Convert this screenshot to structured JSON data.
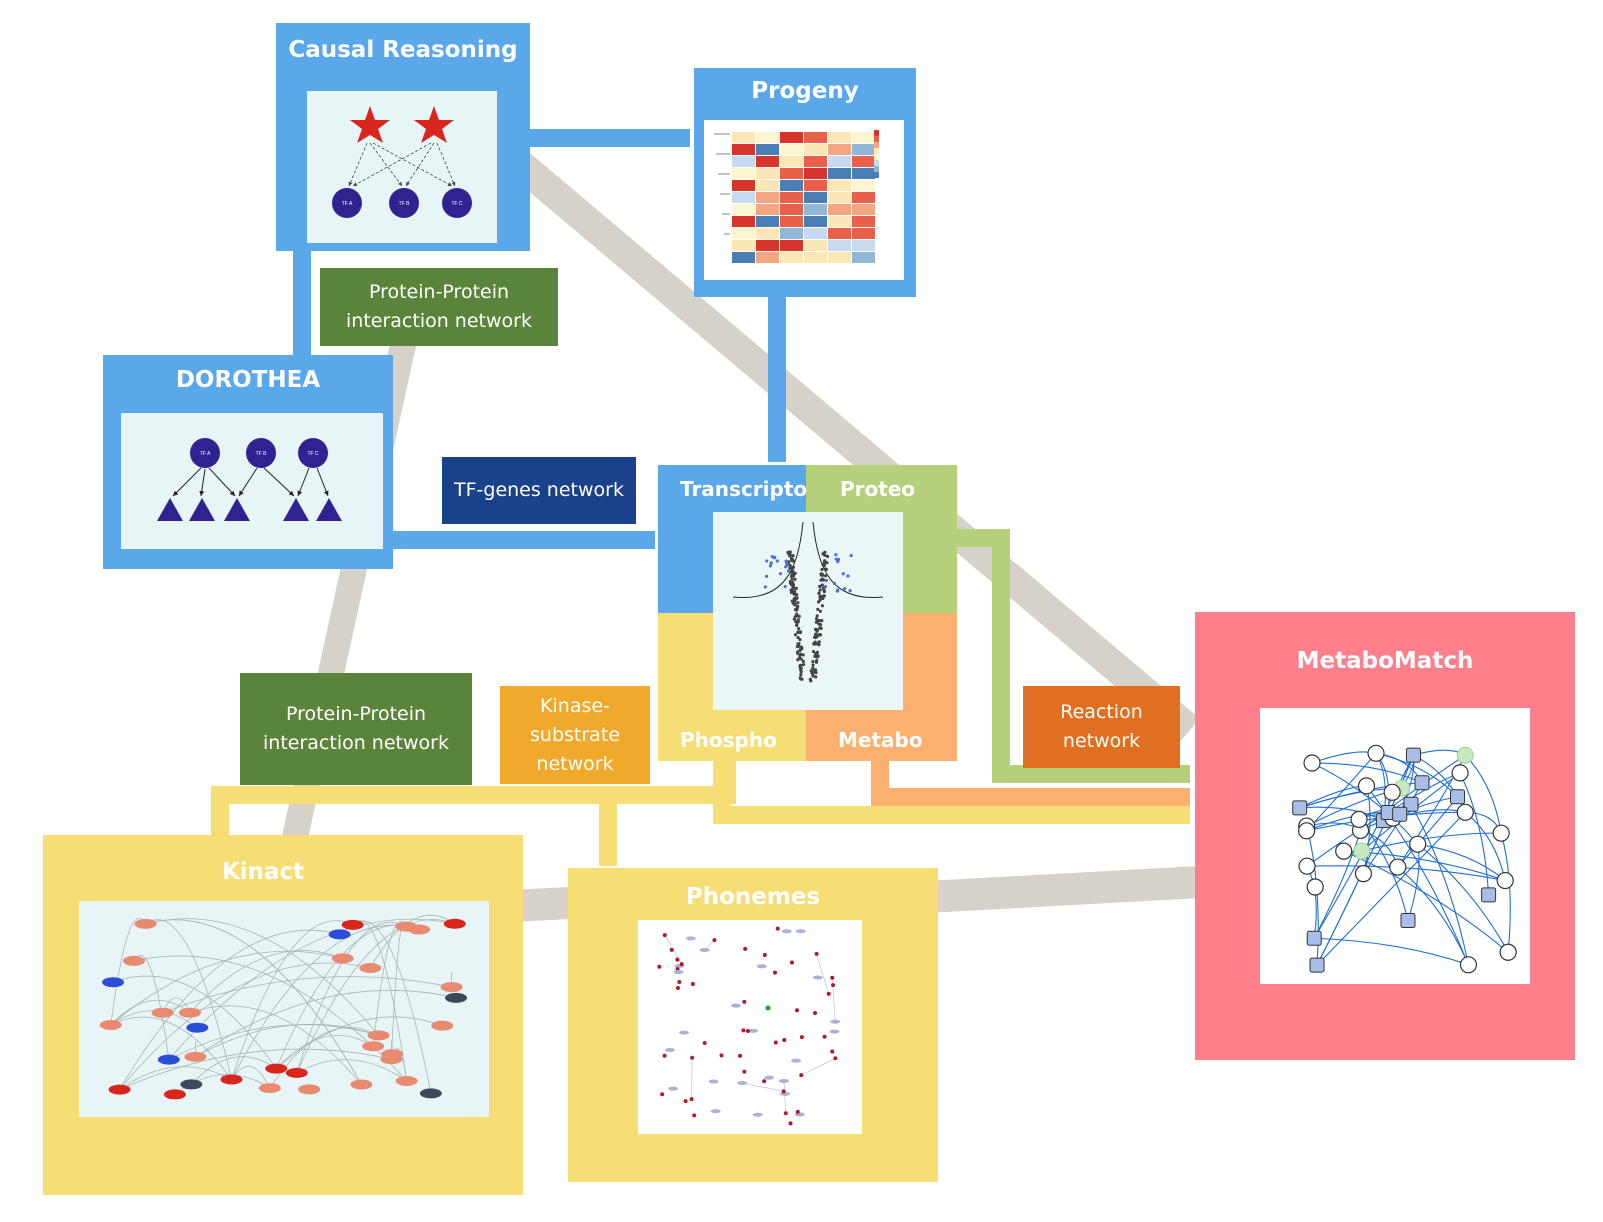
{
  "colors": {
    "method_blue": "#5aa7ea",
    "proteo_green": "#b5d07a",
    "phospho_yellow": "#f7de74",
    "metabo_orange": "#fbb06f",
    "metabomatch_pink": "#fd7f8c",
    "ppi_green": "#5b843b",
    "tf_navy": "#1a428a",
    "kinase_orange": "#f0a92b",
    "reaction_orange": "#e0701f",
    "prior_knowledge_gray": "#d6d1c9",
    "panel_bg": "#e8f5f7",
    "node_purple": "#2e2391",
    "star_red": "#d9261c"
  },
  "methods": {
    "causal_reasoning": {
      "title": "Causal Reasoning",
      "node_labels": [
        "TF A",
        "TF B",
        "TF C"
      ]
    },
    "progeny": {
      "title": "Progeny"
    },
    "dorothea": {
      "title": "DOROTHEA",
      "node_labels": [
        "TF A",
        "TF B",
        "TF C"
      ]
    },
    "kinact": {
      "title": "Kinact"
    },
    "phonemes": {
      "title": "Phonemes"
    },
    "metabomatch": {
      "title": "MetaboMatch"
    }
  },
  "omics": {
    "transcripto": "Transcripto",
    "proteo": "Proteo",
    "phospho": "Phospho",
    "metabo": "Metabo"
  },
  "networks": {
    "ppi_top": "Protein-Protein\ninteraction network",
    "tf_genes": "TF-genes network",
    "ppi_bottom": "Protein-Protein\ninteraction network",
    "kinase_substrate": "Kinase-\nsubstrate\nnetwork",
    "reaction": "Reaction\nnetwork"
  },
  "icons": [
    "star-icon",
    "tf-node-icon",
    "target-gene-triangle-icon",
    "heatmap-thumbnail",
    "volcano-plot-thumbnail",
    "network-graph-thumbnail"
  ]
}
